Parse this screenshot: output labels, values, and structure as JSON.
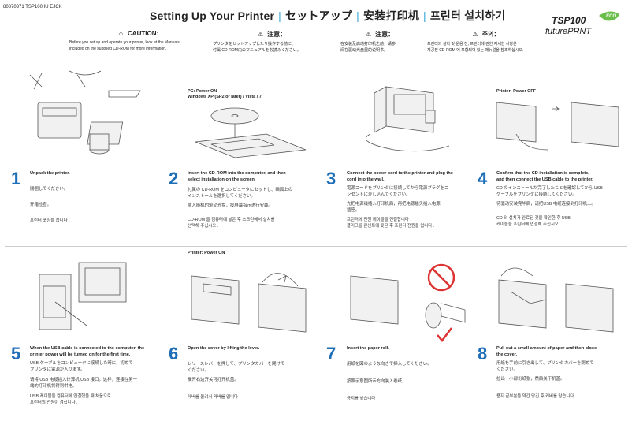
{
  "doc_id": "80870371 TSP100IIU EJCK",
  "title": {
    "en": "Setting Up Your Printer",
    "ja": "セットアップ",
    "zh": "安装打印机",
    "ko": "프린터 설치하기"
  },
  "logo": {
    "brand": "TSP100",
    "tag": "futurePRNT",
    "badge": "ECO"
  },
  "cautions": [
    {
      "head": "CAUTION:",
      "lines": [
        "Before you set up and operate your printer, look at the Manuals",
        "included on the supplied CD-ROM for more information."
      ]
    },
    {
      "head": "注意：",
      "lines": [
        "プリンタをセットアップしたり操作する前に、",
        "付属 CD-ROM内のマニュアルをお読みください。"
      ]
    },
    {
      "head": "注意：",
      "lines": [
        "在安装及启动打印机之前，请参",
        "阅在驱动光盘里的说明书。"
      ]
    },
    {
      "head": "주의：",
      "lines": [
        "프린터의 설치 및 운용 전, 프린터에 관한 자세한 사항은",
        "제공된 CD-ROM 에 포함되어 있는 매뉴얼을 참조하십시오."
      ]
    }
  ],
  "panel_labels": {
    "p2": [
      "PC: Power ON",
      "Windows XP (SP2 or later) / Vista / 7"
    ],
    "p4": "Printer: Power OFF",
    "p6": "Printer: Power ON"
  },
  "steps": [
    {
      "num": "1",
      "head": [
        "Unpack the printer."
      ],
      "lines": [
        "開梱してください。",
        "开箱检查。",
        "프린터 포장을 풉니다 ."
      ]
    },
    {
      "num": "2",
      "head": [
        "Insert the CD-ROM into the computer, and then",
        "select installation on the screen."
      ],
      "lines": [
        "付属の CD-ROM をコンピュータにセットし、画面上の",
        "インストールを選択してください。",
        "插入随机的驱动光盘，按屏幕指示进行安装。",
        "CD-ROM 을 컴퓨터에 넣은 후 스크린에서 설치를",
        "선택해 주십시오 ."
      ]
    },
    {
      "num": "3",
      "head": [
        "Connect the power cord to the printer and plug the",
        "cord into the wall."
      ],
      "lines": [
        "電源コードをプリンタに接続してから電源プラグをコ",
        "ンセントに差し込んでください。",
        "先把电源线插入打印机后，再把电源插头插入电源",
        "插座。",
        "프린터에 전원 케이블을 연결합니다 .",
        "플러그를 콘센트에 꽂은 후 프린터 전원을 켭니다 ."
      ]
    },
    {
      "num": "4",
      "head": [
        "Confirm that the CD installation is complete,",
        "and then connect the USB cable to the printer."
      ],
      "lines": [
        "CD のインストールが完了したことを確認してから USB",
        "ケーブルをプリンタに接続してください。",
        "待驱动安装完毕后，请把USB 电缆连接到打印机上。",
        "CD 의 설치가 완료된 것을 확인한 후 USB",
        "케이블을 프린터에 연결해 주십시오 ."
      ]
    },
    {
      "num": "5",
      "head": [
        "When the USB cable is connected to the computer, the",
        "printer power will be turned on for the first time."
      ],
      "lines": [
        "USB ケーブルをコンピュータに接続した時に，初めて",
        "プリンタに電源が入ります。",
        "请将 USB 电缆插入计算机 USB 接口。这样，连接在另一",
        "端的打印机将得到供电。",
        "USB 케이블을 컴퓨터에 연결했을 때 처음으로",
        "프린터의 전원이 켜집니다 ."
      ]
    },
    {
      "num": "6",
      "head": [
        "Open the cover by lifting the lever."
      ],
      "lines": [
        "レリースレバーを押して、プリンタカバーを開けて",
        "ください。",
        "推开右边开关可打开机盖。",
        "레버를 올려서 커버를 엽니다 ."
      ]
    },
    {
      "num": "7",
      "head": [
        "Insert the paper roll."
      ],
      "lines": [
        "用紙を図のような向きで挿入してください。",
        "按照示意图所示方向装入卷纸。",
        "용지를 넣습니다 ."
      ]
    },
    {
      "num": "8",
      "head": [
        "Pull out a small amount of paper and then close",
        "the cover."
      ],
      "lines": [
        "用紙を手前に引き出して、プリンタカバーを閉めて",
        "ください。",
        "拉出一小部份纸张，然后关下机盖。",
        "용지 끝부분을 약간 당긴 후 커버를 닫습니다 ."
      ]
    }
  ]
}
